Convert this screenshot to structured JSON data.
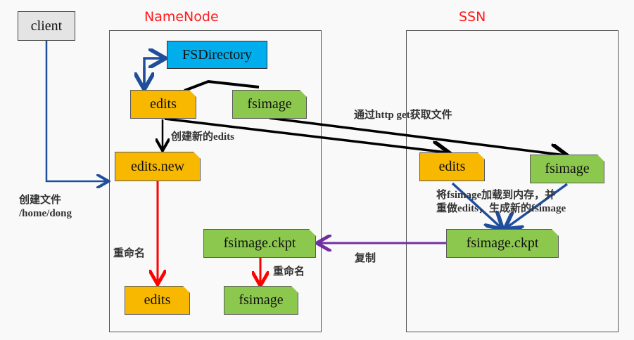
{
  "regions": {
    "namenode_title": "NameNode",
    "ssn_title": "SSN"
  },
  "nodes": {
    "client": "client",
    "fsdirectory": "FSDirectory",
    "nn_edits": "edits",
    "nn_fsimage": "fsimage",
    "nn_edits_new": "edits.new",
    "nn_edits_final": "edits",
    "nn_fsimage_ckpt": "fsimage.ckpt",
    "nn_fsimage_final": "fsimage",
    "ssn_edits": "edits",
    "ssn_fsimage": "fsimage",
    "ssn_fsimage_ckpt": "fsimage.ckpt"
  },
  "labels": {
    "create_new_edits": "创建新的edits",
    "create_file_line1": "创建文件",
    "create_file_line2": "/home/dong",
    "http_get": "通过http get获取文件",
    "load_line1": "将fsimage加载到内存，并",
    "load_line2": "重做edits，生成新的fsimage",
    "copy": "复制",
    "rename_edits": "重命名",
    "rename_fsimage": "重命名"
  },
  "colors": {
    "edits": "#f8b800",
    "fsimage": "#8dc84e",
    "fsdirectory": "#00aeee",
    "client": "#e4e4e4",
    "title_red": "#ff1a1a",
    "arrow_blue": "#1f4e9c",
    "arrow_red": "#ff0000",
    "arrow_purple": "#7030a0",
    "arrow_black": "#000000"
  }
}
